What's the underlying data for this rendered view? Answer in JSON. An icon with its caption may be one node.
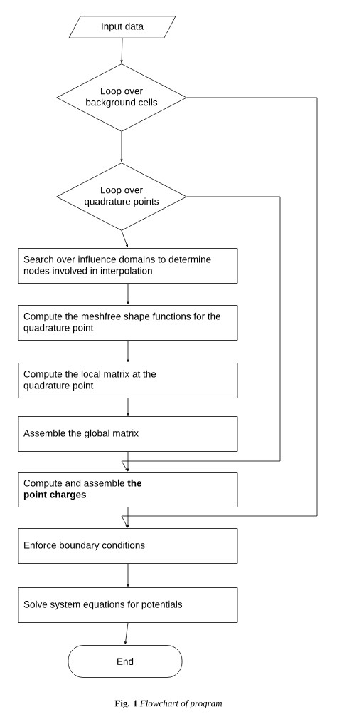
{
  "diagram": {
    "caption": "**Fig. 1** *Flowchart of program*",
    "nodes": [
      {
        "text": [
          "Input data"
        ]
      },
      {
        "text": [
          "Loop over background cells"
        ]
      },
      {
        "text": [
          "Loop over quadrature points"
        ]
      },
      {
        "text": [
          "Search over influence domains to determine nodes involved in interpolation"
        ]
      },
      {
        "text": [
          "Compute the meshfree shape functions for the quadrature point"
        ]
      },
      {
        "text": [
          "Compute the local matrix at the quadrature point"
        ]
      },
      {
        "text": [
          "Assemble the global matrix"
        ]
      },
      {
        "text": [
          "Compute and assemble **the point charges**"
        ]
      },
      {
        "text": [
          "Enforce boundary conditions"
        ]
      },
      {
        "text": [
          "Solve system equations for potentials"
        ]
      },
      {
        "text": [
          "End"
        ]
      }
    ],
    "edges": [
      {
        "from": 0,
        "to": 1,
        "arrow": "to"
      },
      {
        "from": 1,
        "to": 2,
        "arrow": "to"
      },
      {
        "from": 2,
        "to": 3,
        "arrow": "to"
      },
      {
        "from": 3,
        "to": 4,
        "arrow": "to"
      },
      {
        "from": 4,
        "to": 5,
        "arrow": "to"
      },
      {
        "from": 5,
        "to": 6,
        "arrow": "to"
      },
      {
        "from": 6,
        "to": 7,
        "arrow": "to"
      },
      {
        "from": 2,
        "to": 7,
        "arrow": "to"
      },
      {
        "from": 7,
        "to": 8,
        "arrow": "to"
      },
      {
        "from": 1,
        "to": 8,
        "arrow": "to"
      },
      {
        "from": 8,
        "to": 9,
        "arrow": "to"
      },
      {
        "from": 9,
        "to": 10,
        "arrow": "to"
      }
    ]
  }
}
